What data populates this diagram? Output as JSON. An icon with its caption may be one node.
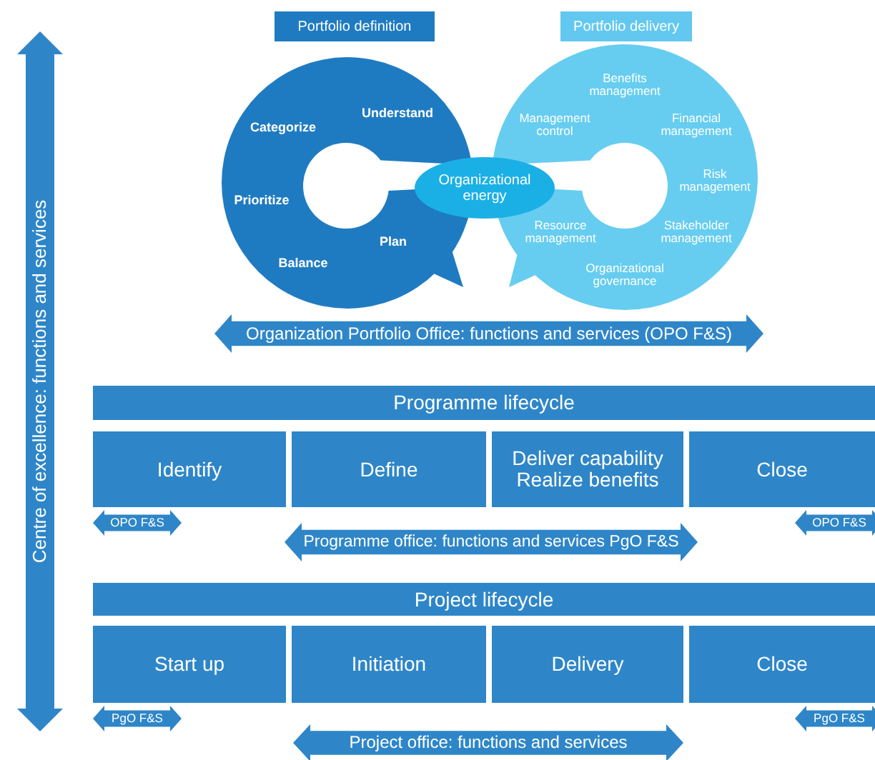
{
  "diagram": {
    "nodes": [
      {
        "text": [
          "Portfolio definition"
        ]
      },
      {
        "text": [
          "Portfolio delivery"
        ]
      },
      {
        "text": [
          "Understand",
          "Categorize",
          "Prioritize",
          "Plan",
          "Balance"
        ]
      },
      {
        "text": [
          "Benefits management",
          "Management control",
          "Financial management",
          "Risk management",
          "Resource management",
          "Stakeholder management",
          "Organizational governance"
        ]
      },
      {
        "text": [
          "Organizational energy"
        ]
      },
      {
        "text": [
          "Organization Portfolio Office: functions and services (OPO F&S)"
        ]
      },
      {
        "text": [
          "Centre of excellence: functions and services"
        ]
      },
      {
        "text": [
          "Programme lifecycle"
        ]
      },
      {
        "text": [
          "Identify"
        ]
      },
      {
        "text": [
          "Define"
        ]
      },
      {
        "text": [
          "Deliver capability Realize benefits"
        ]
      },
      {
        "text": [
          "Close"
        ]
      },
      {
        "text": [
          "OPO F&S"
        ]
      },
      {
        "text": [
          "Programme office: functions and services PgO F&S"
        ]
      },
      {
        "text": [
          "OPO F&S"
        ]
      },
      {
        "text": [
          "Project lifecycle"
        ]
      },
      {
        "text": [
          "Start up"
        ]
      },
      {
        "text": [
          "Initiation"
        ]
      },
      {
        "text": [
          "Delivery"
        ]
      },
      {
        "text": [
          "Close"
        ]
      },
      {
        "text": [
          "PgO F&S"
        ]
      },
      {
        "text": [
          "Project office: functions and services"
        ]
      },
      {
        "text": [
          "PgO F&S"
        ]
      }
    ]
  }
}
